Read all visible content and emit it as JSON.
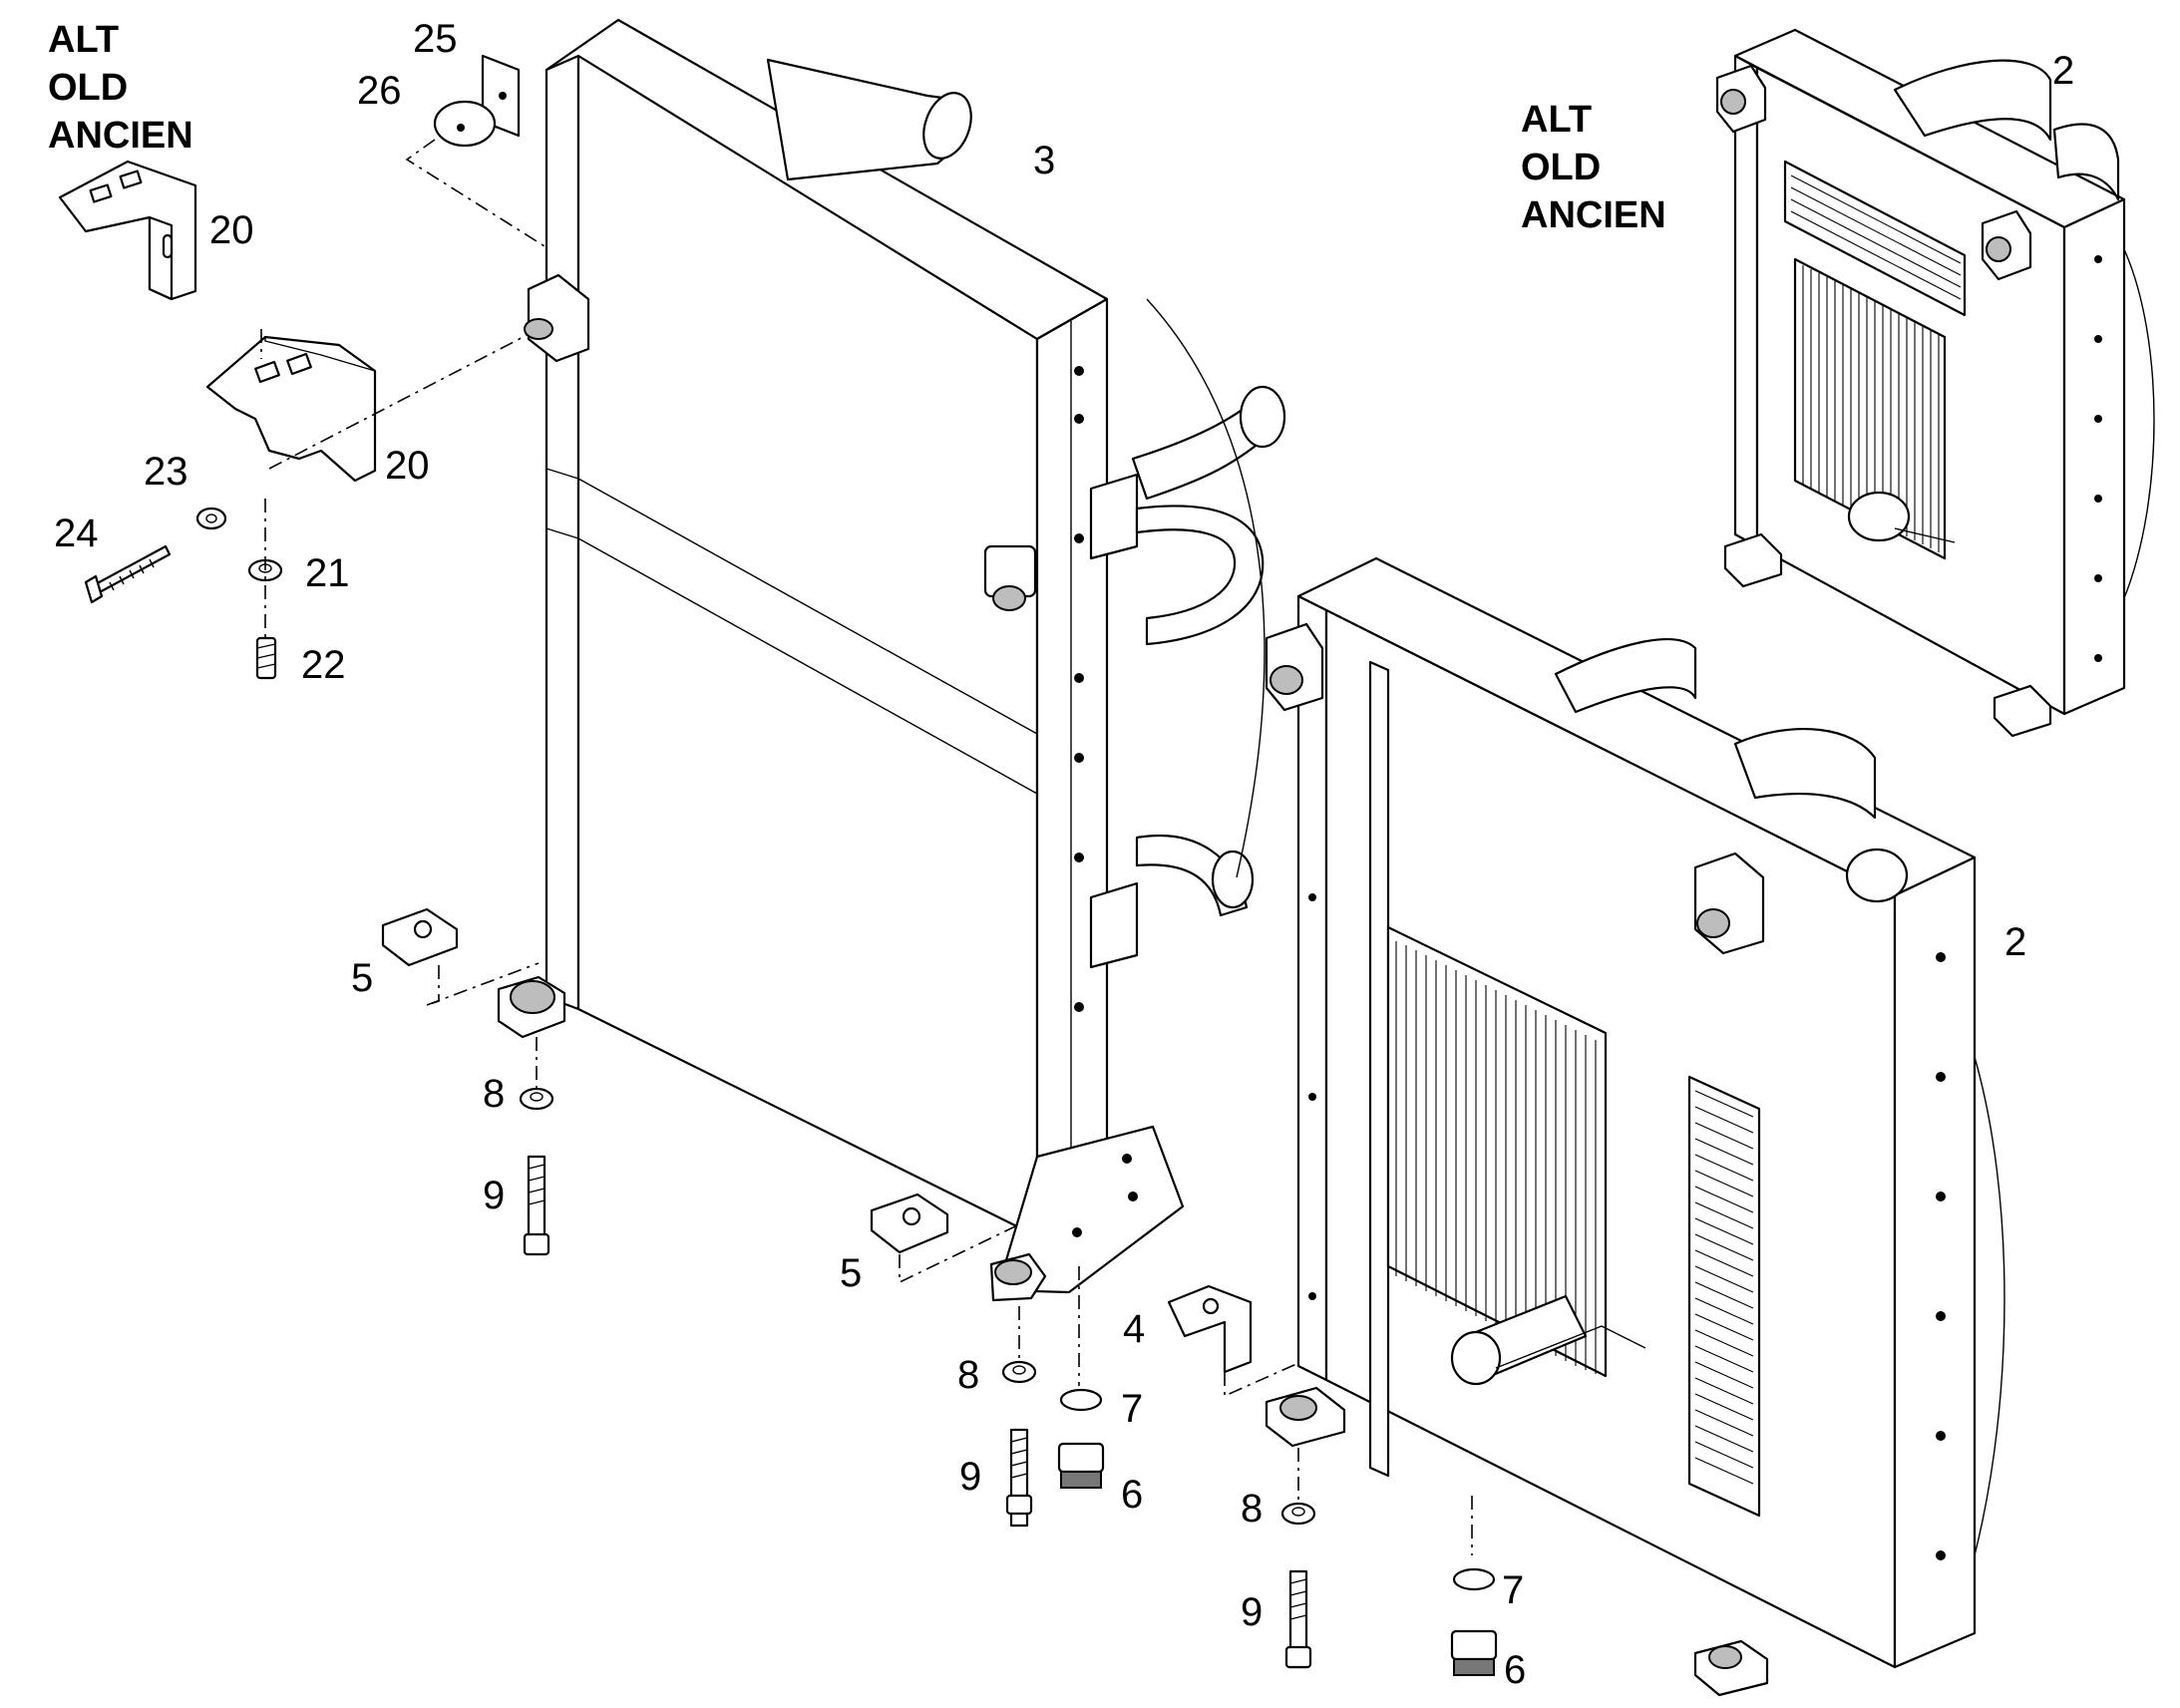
{
  "notes": {
    "alt_left": {
      "line1": "ALT",
      "line2": "OLD",
      "line3": "ANCIEN"
    },
    "alt_right": {
      "line1": "ALT",
      "line2": "OLD",
      "line3": "ANCIEN"
    }
  },
  "callouts": {
    "c2_top": "2",
    "c2_main": "2",
    "c3": "3",
    "c4": "4",
    "c5_left": "5",
    "c5_mid": "5",
    "c6_mid": "6",
    "c6_right": "6",
    "c7_mid": "7",
    "c7_right": "7",
    "c8_left": "8",
    "c8_mid": "8",
    "c8_right": "8",
    "c9_left": "9",
    "c9_mid": "9",
    "c9_right": "9",
    "c20_top": "20",
    "c20_mid": "20",
    "c21": "21",
    "c22": "22",
    "c23": "23",
    "c24": "24",
    "c25": "25",
    "c26": "26"
  }
}
